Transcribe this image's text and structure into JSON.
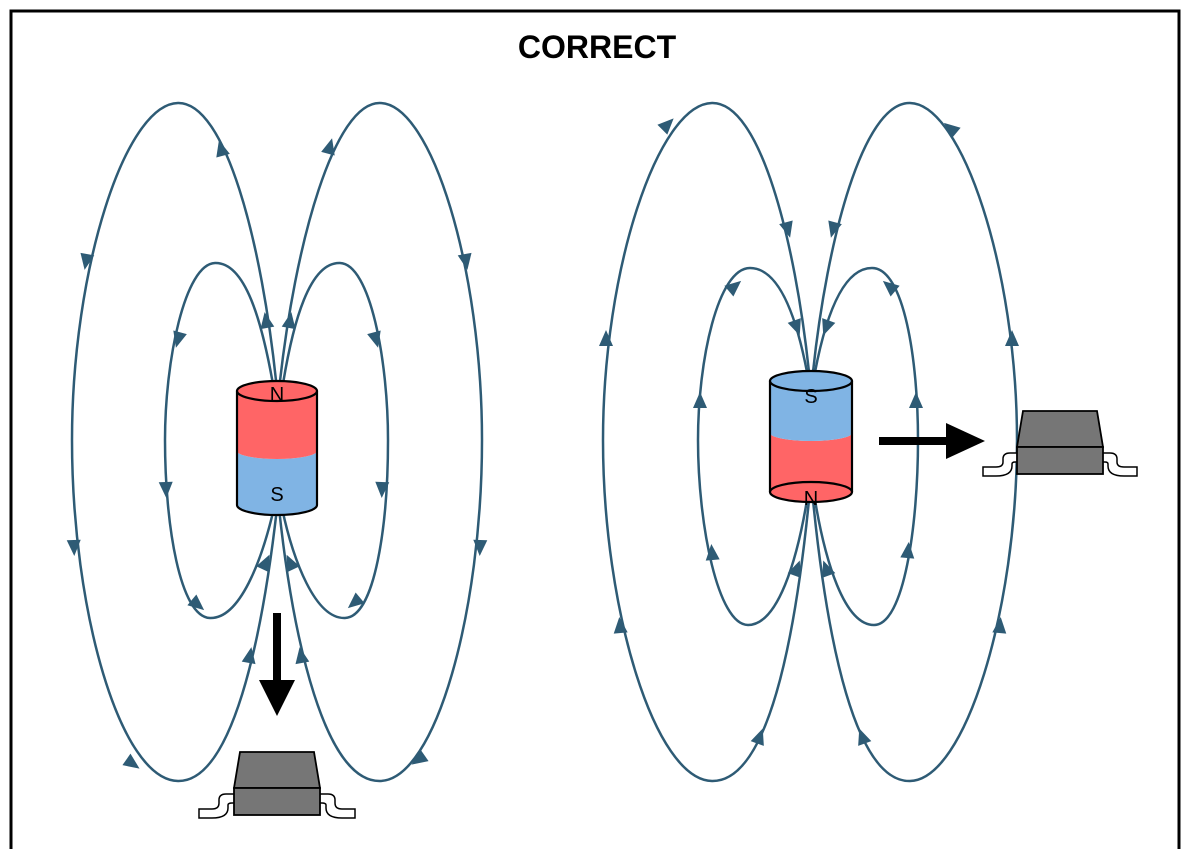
{
  "title": "CORRECT",
  "magnet_left": {
    "top_pole": "N",
    "bottom_pole": "S"
  },
  "magnet_right": {
    "top_pole": "S",
    "bottom_pole": "N"
  },
  "colors": {
    "north": "#ff6566",
    "south": "#80b4e4",
    "field_line": "#2e5b75",
    "sensor_body": "#767676",
    "arrow": "#000000"
  },
  "icons": [
    "field-line-arrow",
    "motion-arrow",
    "sensor-package"
  ]
}
